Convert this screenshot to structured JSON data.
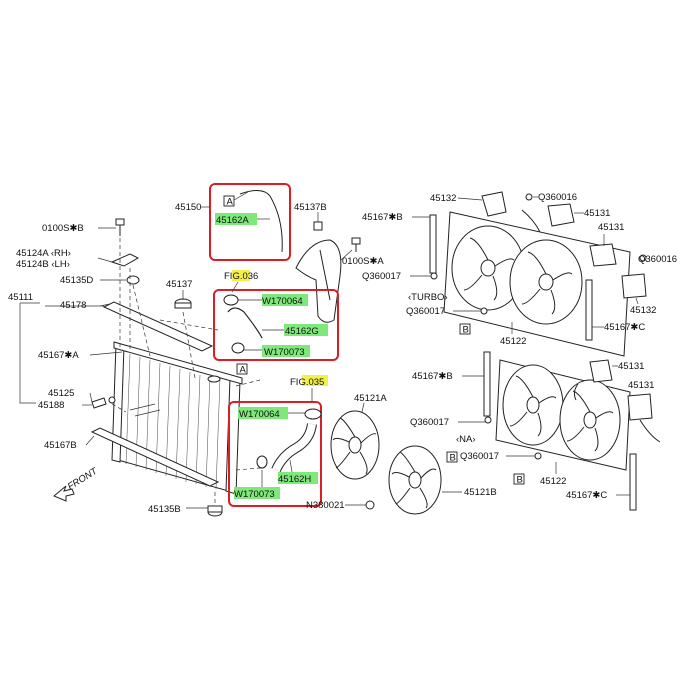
{
  "labels": {
    "p0100S": "0100S✱B",
    "p45124A": "45124A ‹RH›",
    "p45124B": "45124B ‹LH›",
    "p45135D": "45135D",
    "p45111": "45111",
    "p45178": "45178",
    "p45167A": "45167✱A",
    "p45125": "45125",
    "p45188": "45188",
    "p45167B_left": "45167B",
    "p45135B": "45135B",
    "front": "FRONT",
    "p45150": "45150",
    "p45162A": "45162A",
    "p45137B": "45137B",
    "p0100SA": "0100S✱A",
    "p45137": "45137",
    "fig036": "FIG.036",
    "p17006_top": "W170064",
    "p45162G": "45162G",
    "p17007_top": "W170073",
    "fig035": "FIG.035",
    "p17006_bot": "W170064",
    "p45162H": "45162H",
    "p17007_bot": "W170073",
    "p45121A": "45121A",
    "p45121B": "45121B",
    "pN380021": "N380021",
    "p45132_top": "45132",
    "pQ360016_top": "Q360016",
    "p45131_top1": "45131",
    "p45131_top2": "45131",
    "pQ360016_right": "Q360016",
    "p45167B_top": "45167✱B",
    "pQ360017_t1": "Q360017",
    "turbo": "‹TURBO›",
    "pQ360017_t2": "Q360017",
    "p45132_bot": "45132",
    "p45122_top": "45122",
    "p45167C_top": "45167✱C",
    "p45131_bot1": "45131",
    "p45131_bot2": "45131",
    "p45167B_mid": "45167✱B",
    "pQ360017_n1": "Q360017",
    "na": "‹NA›",
    "pQ360017_n2": "Q360017",
    "p45122_bot": "45122",
    "p45167C_bot": "45167✱C",
    "refA": "A",
    "refB": "B"
  },
  "colors": {
    "callout_box": "#d91f26",
    "highlight_part": "#7ee87a",
    "highlight_fig": "#f2f04a",
    "line": "#222222"
  }
}
